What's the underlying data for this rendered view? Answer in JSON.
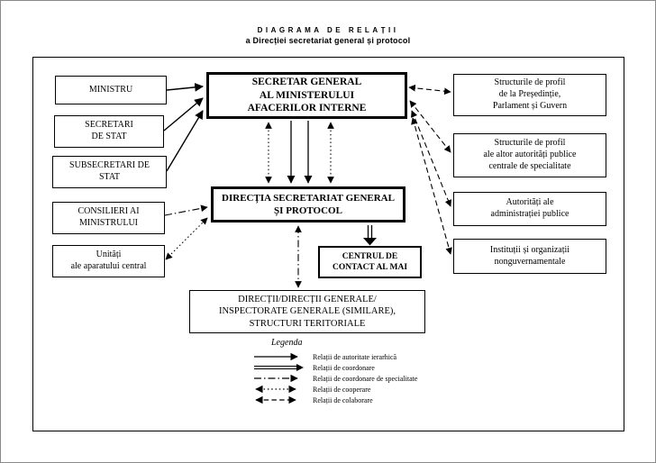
{
  "title": {
    "line1": "DIAGRAMA DE RELAȚII",
    "line2": "a Direcției secretariat general și protocol"
  },
  "left_column": {
    "ministru": "MINISTRU",
    "secretari": "SECRETARI\nDE STAT",
    "subsecretari": "SUBSECRETARI DE\nSTAT",
    "consilieri": "CONSILIERI AI\nMINISTRULUI",
    "unitati": "Unități\nale aparatului central"
  },
  "center": {
    "secretar_general": "SECRETAR GENERAL\nAL MINISTERULUI\nAFACERILOR INTERNE",
    "directia": "DIRECȚIA SECRETARIAT GENERAL\nȘI PROTOCOL",
    "centrul": "CENTRUL DE\nCONTACT AL MAI",
    "directii": "DIRECȚII/DIRECȚII GENERALE/\nINSPECTORATE GENERALE (SIMILARE),\nSTRUCTURI TERITORIALE"
  },
  "right_column": {
    "box1": "Structurile de profil\nde la Președinție,\nParlament și Guvern",
    "box2": "Structurile de profil\nale altor autorități publice\ncentrale de specialitate",
    "box3": "Autorități ale\nadministrației publice",
    "box4": "Instituții și organizații\nnonguvernamentale"
  },
  "legend": {
    "title": "Legenda",
    "items": [
      {
        "label": "Relații de autoritate ierarhică"
      },
      {
        "label": "Relații de coordonare"
      },
      {
        "label": "Relații de coordonare de specialitate"
      },
      {
        "label": "Relații de cooperare"
      },
      {
        "label": "Relații de colaborare"
      }
    ]
  },
  "colors": {
    "ink": "#000000",
    "background": "#ffffff"
  }
}
